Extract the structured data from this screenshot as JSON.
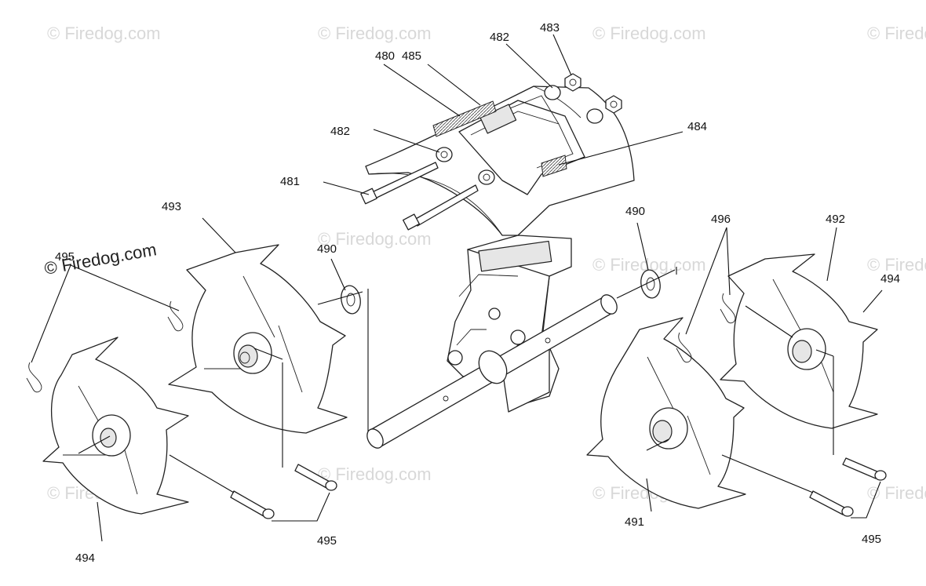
{
  "watermark": {
    "text": "© Firedog.com"
  },
  "callouts": [
    {
      "id": "c480",
      "label": "480"
    },
    {
      "id": "c485",
      "label": "485"
    },
    {
      "id": "c482a",
      "label": "482"
    },
    {
      "id": "c483",
      "label": "483"
    },
    {
      "id": "c482b",
      "label": "482"
    },
    {
      "id": "c484",
      "label": "484"
    },
    {
      "id": "c481",
      "label": "481"
    },
    {
      "id": "c493",
      "label": "493"
    },
    {
      "id": "c495a",
      "label": "495"
    },
    {
      "id": "c490a",
      "label": "490"
    },
    {
      "id": "c490b",
      "label": "490"
    },
    {
      "id": "c496",
      "label": "496"
    },
    {
      "id": "c492",
      "label": "492"
    },
    {
      "id": "c494a",
      "label": "494"
    },
    {
      "id": "c494b",
      "label": "494"
    },
    {
      "id": "c495b",
      "label": "495"
    },
    {
      "id": "c491",
      "label": "491"
    },
    {
      "id": "c495c",
      "label": "495"
    }
  ]
}
